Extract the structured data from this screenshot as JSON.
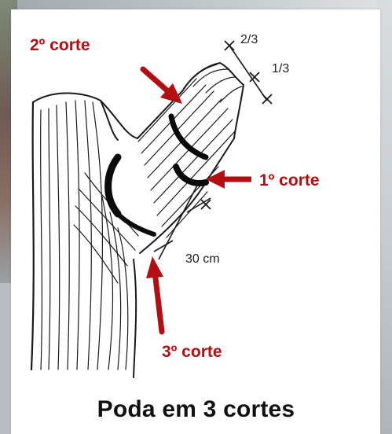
{
  "labels": {
    "cut2": "2º corte",
    "cut1": "1º corte",
    "cut3": "3º corte"
  },
  "measurements": {
    "upper": "2/3",
    "lower": "1/3",
    "distance": "30 cm"
  },
  "caption": "Poda em 3 cortes",
  "colors": {
    "accent_red": "#b30e12",
    "ink": "#111111"
  },
  "icons": [
    "arrow-icon"
  ]
}
